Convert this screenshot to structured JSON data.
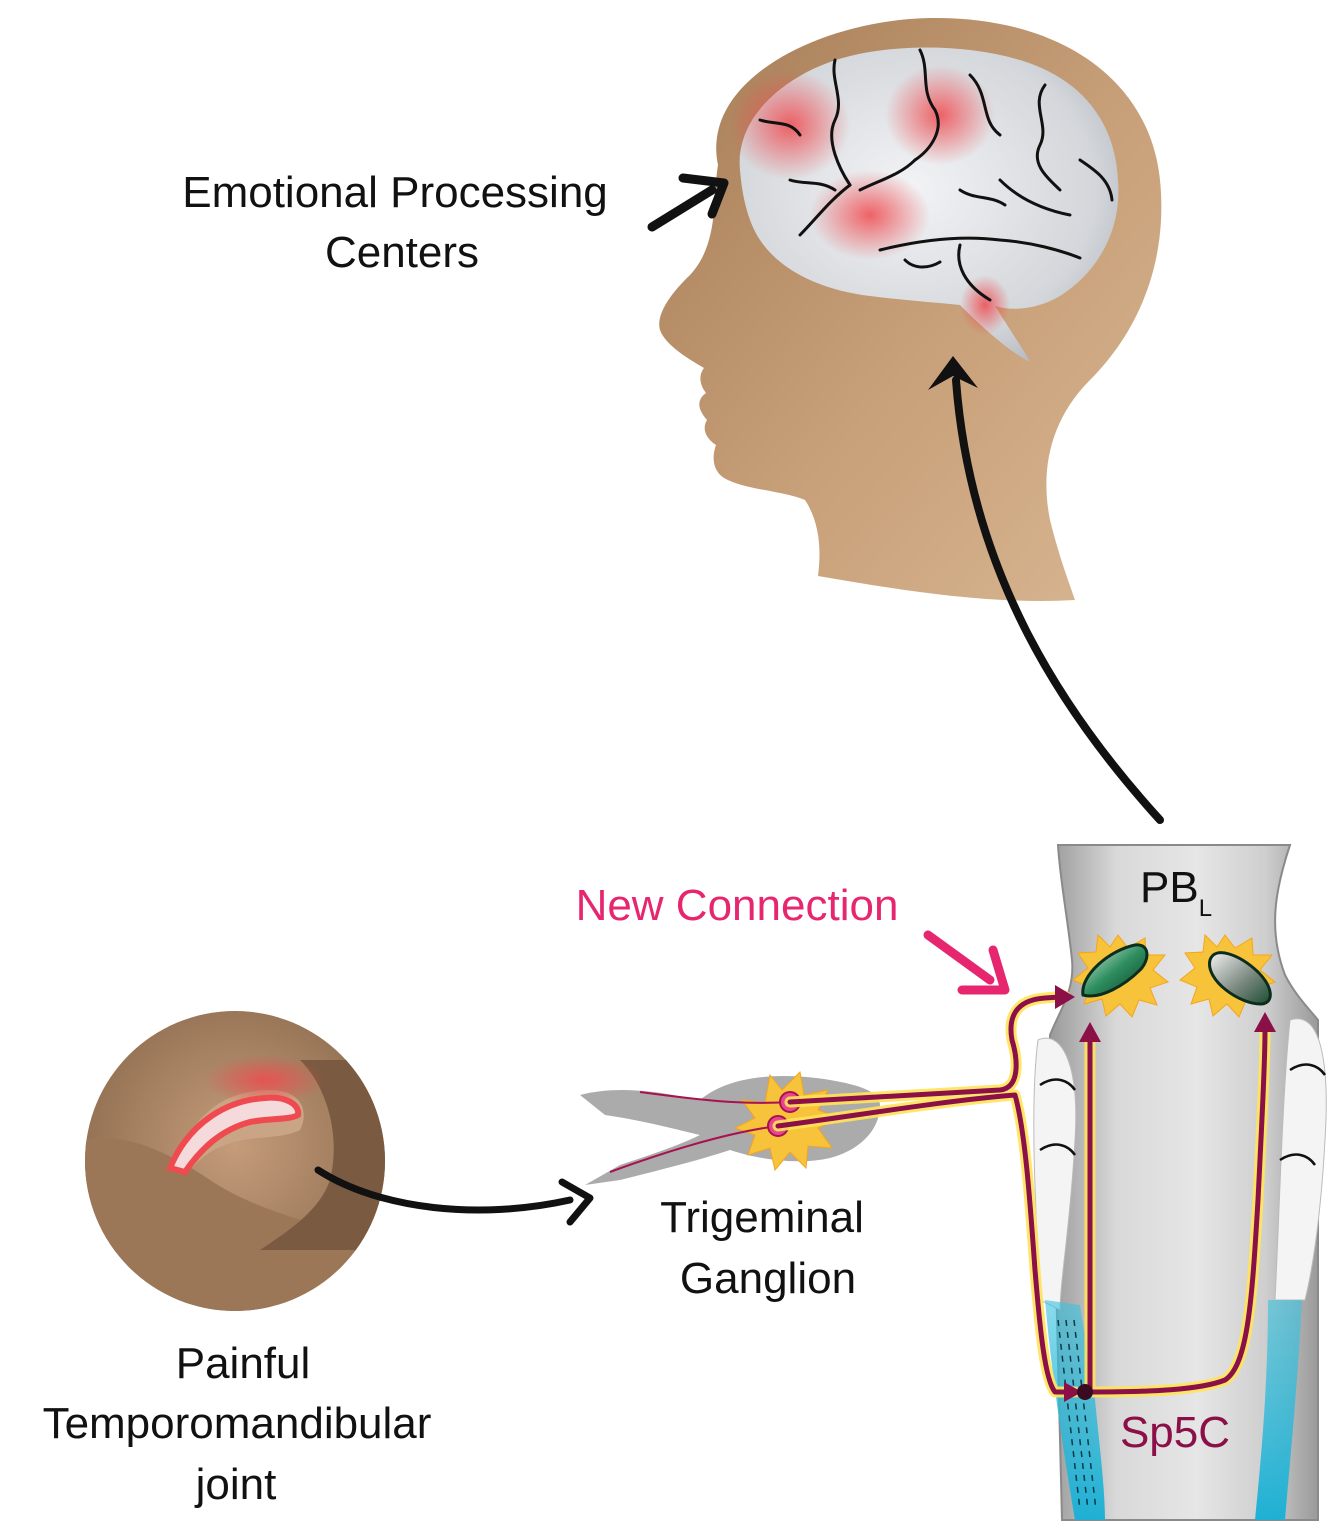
{
  "labels": {
    "emotional_line1": "Emotional Processing",
    "emotional_line2": "Centers",
    "new_connection": "New Connection",
    "pbl_main": "PB",
    "pbl_sub": "L",
    "sp5c": "Sp5C",
    "trigeminal_line1": "Trigeminal",
    "trigeminal_line2": "Ganglion",
    "joint_line1": "Painful",
    "joint_line2": "Temporomandibular",
    "joint_line3": "joint"
  },
  "colors": {
    "skin": "#c59d75",
    "brain": "#d7d9dc",
    "activation": "#ef4a4f",
    "pathway": "#8c1048",
    "pathway_glow": "#ffe45a",
    "new_connection": "#e6276f",
    "sp5c_text": "#8c1048",
    "spinal_blue": "#3cc3df",
    "brainstem_gray": "#c8c8c8",
    "nucleus_green": "#1f7d52"
  }
}
